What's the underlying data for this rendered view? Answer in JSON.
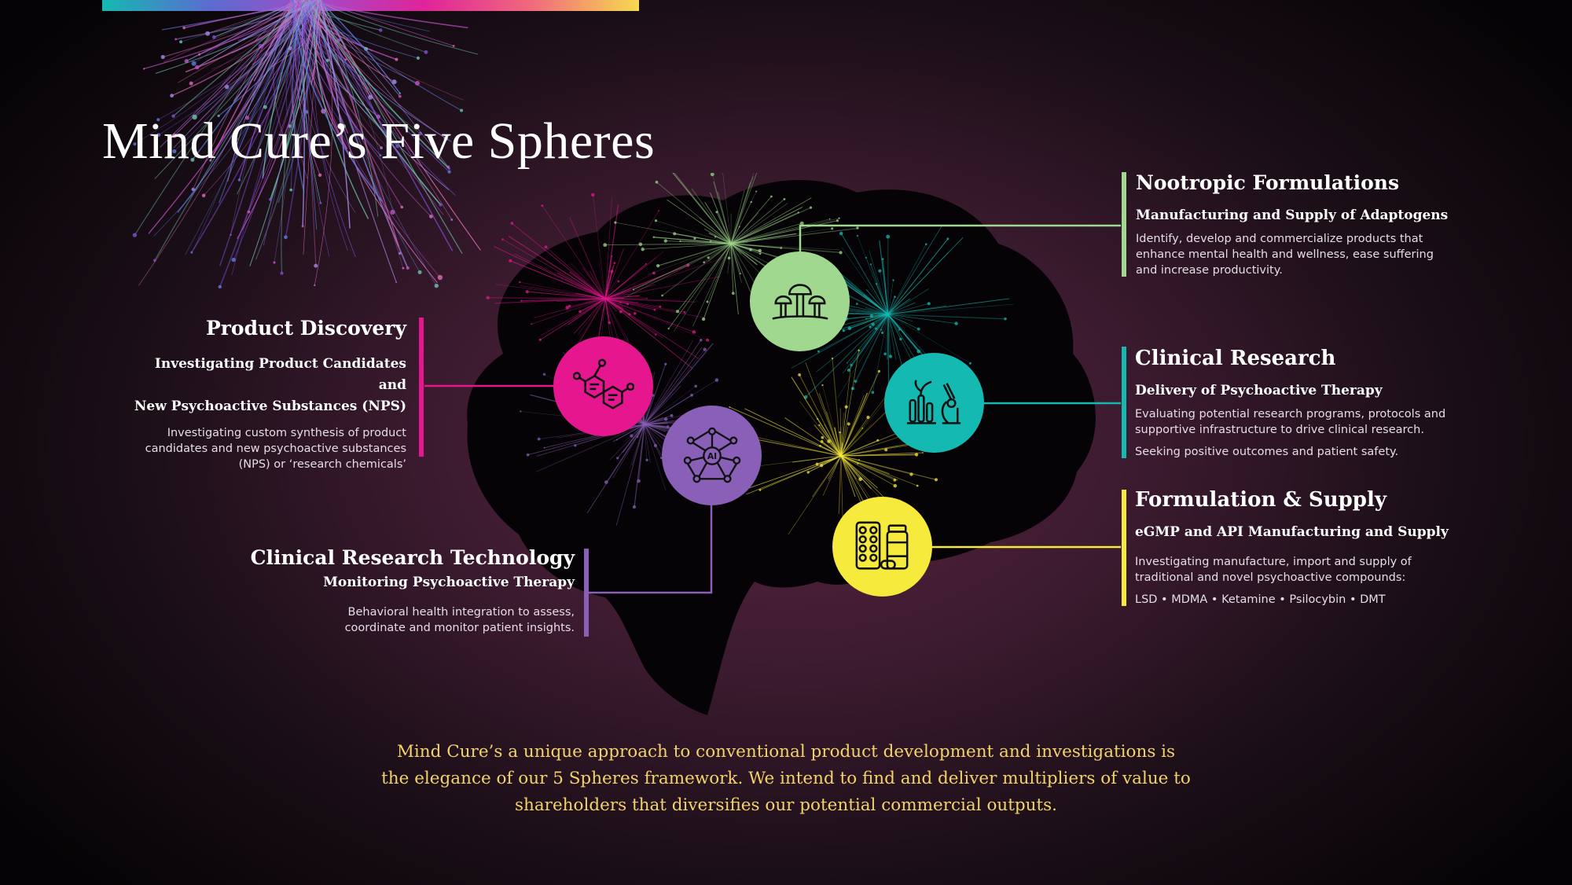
{
  "title": "Mind Cure’s Five Spheres",
  "colors": {
    "pink": "#e5168e",
    "green": "#9fd88e",
    "teal": "#14b9b2",
    "purple": "#8a5fb8",
    "yellow": "#f6ea3d",
    "footer_text": "#f2d36a"
  },
  "spheres": {
    "product_discovery": {
      "heading": "Product Discovery",
      "subheading_line1": "Investigating Product Candidates and",
      "subheading_line2": "New Psychoactive Substances (NPS)",
      "body_line1": "Investigating custom synthesis of product",
      "body_line2": "candidates and new psychoactive substances",
      "body_line3": "(NPS) or ‘research chemicals’",
      "icon": "molecule-icon"
    },
    "nootropic": {
      "heading": "Nootropic Formulations",
      "subheading": "Manufacturing and Supply of Adaptogens",
      "body_line1": "Identify, develop and commercialize products that",
      "body_line2": "enhance mental health and wellness, ease suffering",
      "body_line3": "and increase productivity.",
      "icon": "mushroom-icon"
    },
    "clinical_research": {
      "heading": "Clinical Research",
      "subheading": "Delivery of Psychoactive Therapy",
      "body_line1": "Evaluating potential research programs, protocols and",
      "body_line2": "supportive infrastructure to drive clinical research.",
      "body_line3": "Seeking positive outcomes and patient safety.",
      "icon": "lab-microscope-icon"
    },
    "formulation": {
      "heading": "Formulation & Supply",
      "subheading": "eGMP and API Manufacturing and Supply",
      "body_line1": "Investigating manufacture, import and supply of",
      "body_line2": "traditional and novel psychoactive compounds:",
      "body_line3": "LSD • MDMA • Ketamine • Psilocybin • DMT",
      "icon": "pills-icon"
    },
    "technology": {
      "heading": "Clinical Research Technology",
      "subheading": "Monitoring Psychoactive Therapy",
      "body_line1": "Behavioral health integration to assess,",
      "body_line2": "coordinate and  monitor patient insights.",
      "icon": "ai-network-icon",
      "icon_label": "AI"
    }
  },
  "footer": {
    "line1": "Mind Cure’s a unique approach to conventional product development and investigations is",
    "line2": "the elegance of our 5 Spheres framework. We intend to find and deliver multipliers of value to",
    "line3": "shareholders that diversifies our potential commercial outputs."
  }
}
